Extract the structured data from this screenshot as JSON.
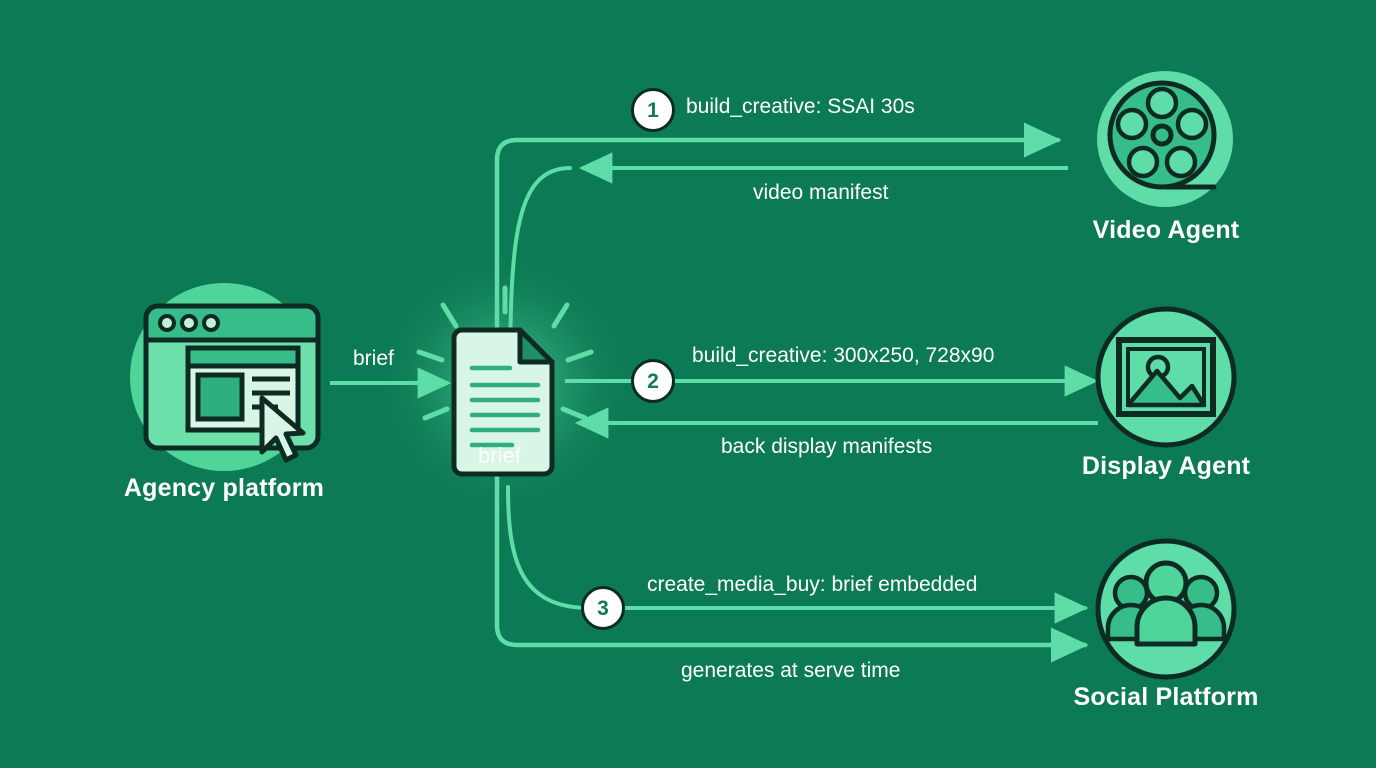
{
  "theme": {
    "background": "#0c7a54",
    "accent_mint": "#5fdda8",
    "icon_fill": "#5fdda8",
    "icon_fill_deep": "#2fb583",
    "outline": "#0d2b22",
    "paper": "#d8f6e6",
    "text": "#ffffff"
  },
  "nodes": {
    "agency": {
      "label": "Agency platform",
      "icon": "browser-window-icon"
    },
    "brief": {
      "label": "brief",
      "icon": "document-icon"
    },
    "video": {
      "label": "Video Agent",
      "icon": "film-reel-icon"
    },
    "display": {
      "label": "Display Agent",
      "icon": "image-picture-icon"
    },
    "social": {
      "label": "Social Platform",
      "icon": "people-group-icon"
    }
  },
  "edges": {
    "agency_to_brief": {
      "label": "brief",
      "direction": "right"
    },
    "row1_out": {
      "badge": "1",
      "label": "build_creative: SSAI 30s",
      "direction": "right"
    },
    "row1_back": {
      "label": "video manifest",
      "direction": "left"
    },
    "row2_out": {
      "badge": "2",
      "label": "build_creative: 300x250, 728x90",
      "direction": "right"
    },
    "row2_back": {
      "label": "back display manifests",
      "direction": "left"
    },
    "row3_out": {
      "badge": "3",
      "label": "create_media_buy: brief embedded",
      "direction": "right"
    },
    "row3_second": {
      "label": "generates at serve time",
      "direction": "right"
    }
  }
}
